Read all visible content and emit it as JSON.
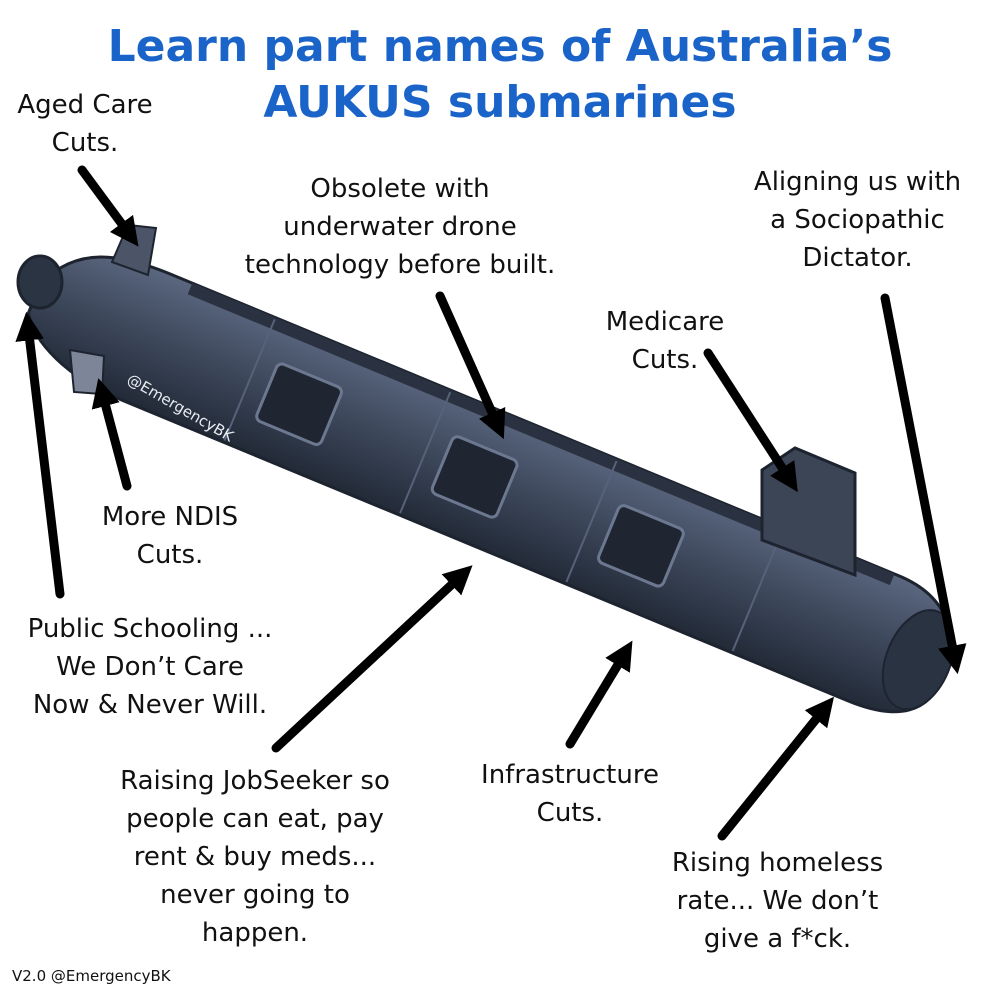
{
  "title": {
    "line1": "Learn part names of Australia’s",
    "line2": "AUKUS submarines"
  },
  "watermark": "@EmergencyBK",
  "labels": {
    "aged_care": [
      "Aged Care",
      "Cuts."
    ],
    "obsolete": [
      "Obsolete with",
      "underwater drone",
      "technology before built."
    ],
    "dictator": [
      "Aligning us with",
      "a Sociopathic",
      "Dictator."
    ],
    "medicare": [
      "Medicare",
      "Cuts."
    ],
    "ndis": [
      "More NDIS",
      "Cuts."
    ],
    "schooling": [
      "Public Schooling ...",
      "We Don’t Care",
      "Now & Never Will."
    ],
    "jobseeker": [
      "Raising JobSeeker so",
      "people can eat, pay",
      "rent & buy meds...",
      "never going to",
      "happen."
    ],
    "infrastructure": [
      "Infrastructure",
      "Cuts."
    ],
    "homeless": [
      "Rising homeless",
      "rate... We don’t",
      "give a f*ck."
    ]
  },
  "footer": "V2.0  @EmergencyBK",
  "colors": {
    "title": "#1a63c9",
    "hull": "#3f4a5e",
    "hull_dark": "#262e3c",
    "arrow": "#000000"
  }
}
